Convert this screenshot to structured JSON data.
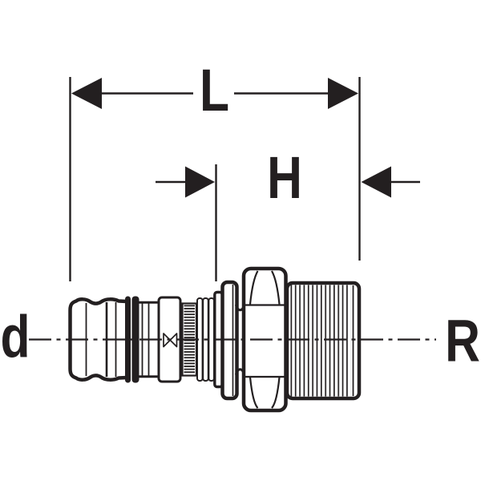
{
  "drawing": {
    "background_color": "#ffffff",
    "line_color": "#231f20",
    "labels": {
      "length": "L",
      "height": "H",
      "diameter": "d",
      "thread": "R"
    }
  }
}
